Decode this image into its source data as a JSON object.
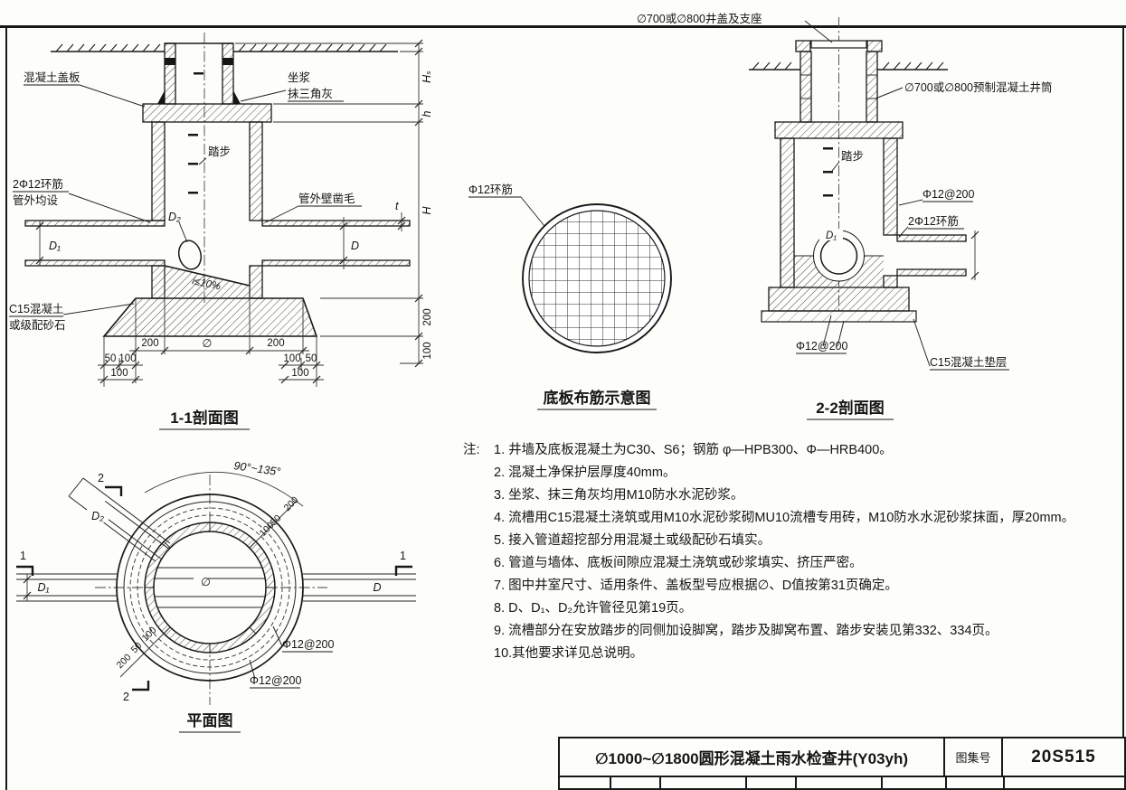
{
  "s11": {
    "title": "1-1剖面图",
    "label_cover": "混凝土盖板",
    "label_mortar1": "坐浆",
    "label_mortar2": "抹三角灰",
    "label_step": "踏步",
    "label_ring1": "2Φ12环筋",
    "label_ring2": "管外均设",
    "label_rough": "管外壁凿毛",
    "label_slope": "i≤10%",
    "label_base1": "C15混凝土",
    "label_base2": "或级配砂石",
    "d1": "D₁",
    "d2": "D₂",
    "d": "D",
    "t": "t",
    "phi": "∅",
    "dim_200l": "200",
    "dim_200r": "200",
    "dim_50l": "50",
    "dim_100l": "100",
    "dim_100l2": "100",
    "dim_50r": "50",
    "dim_100r": "100",
    "dim_100r2": "100",
    "dim_hs": "Hₛ",
    "dim_h_small": "h",
    "dim_h": "H",
    "dim_v200": "200",
    "dim_v100": "100"
  },
  "slab": {
    "title": "底板布筋示意图",
    "label_ring": "Φ12环筋"
  },
  "s22": {
    "title": "2-2剖面图",
    "label_cover": "∅700或∅800井盖及支座",
    "label_shaft": "∅700或∅800预制混凝土井筒",
    "label_step": "踏步",
    "label_rebar_wall": "Φ12@200",
    "label_ring": "2Φ12环筋",
    "d1": "D₁",
    "label_rebar_base": "Φ12@200",
    "label_cushion": "C15混凝土垫层"
  },
  "plan": {
    "title": "平面图",
    "label_angle": "90°~135°",
    "d1": "D₁",
    "d2": "D₂",
    "d": "D",
    "phi": "∅",
    "label_rebar1": "Φ12@200",
    "label_rebar2": "Φ12@200",
    "marker1": "1",
    "marker2": "2",
    "dim_100a": "100",
    "dim_50a": "50",
    "dim_200a": "200",
    "dim_100b": "100",
    "dim_50b": "50",
    "dim_200b": "200"
  },
  "notes": {
    "heading": "注:",
    "items": [
      "1. 井墙及底板混凝土为C30、S6；钢筋 φ—HPB300、Φ—HRB400。",
      "2. 混凝土净保护层厚度40mm。",
      "3. 坐浆、抹三角灰均用M10防水水泥砂浆。",
      "4. 流槽用C15混凝土浇筑或用M10水泥砂浆砌MU10流槽专用砖，M10防水水泥砂浆抹面，厚20mm。",
      "5. 接入管道超挖部分用混凝土或级配砂石填实。",
      "6. 管道与墙体、底板间隙应混凝土浇筑或砂浆填实、挤压严密。",
      "7. 图中井室尺寸、适用条件、盖板型号应根据∅、D值按第31页确定。",
      "8. D、D₁、D₂允许管径见第19页。",
      "9. 流槽部分在安放踏步的同侧加设脚窝，踏步及脚窝布置、踏步安装见第332、334页。",
      "10.其他要求详见总说明。"
    ]
  },
  "titleblock": {
    "title": "∅1000~∅1800圆形混凝土雨水检查井(Y03yh)",
    "atlas_label": "图集号",
    "atlas_no": "20S515"
  }
}
